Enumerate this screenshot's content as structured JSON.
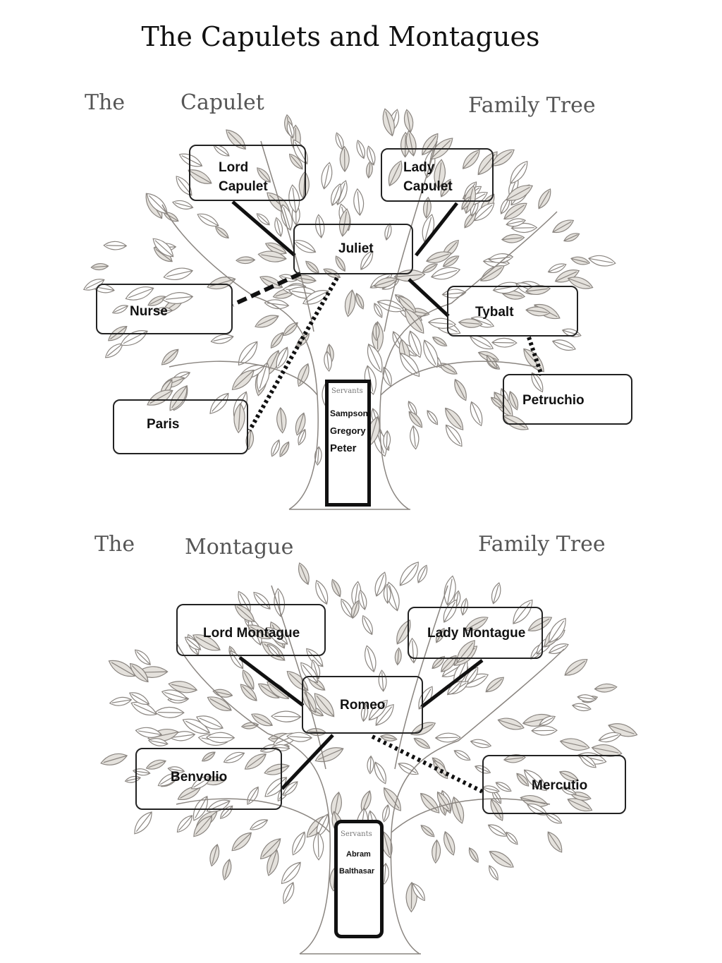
{
  "page_title": "The Capulets and Montagues",
  "capulet": {
    "header": {
      "the": "The",
      "family": "Capulet",
      "tree": "Family Tree"
    },
    "members": {
      "lord": "Lord\nCapulet",
      "lady": "Lady\nCapulet",
      "center": "Juliet",
      "nurse": "Nurse",
      "tybalt": "Tybalt",
      "paris": "Paris",
      "petruchio": "Petruchio"
    },
    "servants": {
      "label": "Servants",
      "names": [
        "Sampson",
        "Gregory",
        "Peter"
      ]
    }
  },
  "montague": {
    "header": {
      "the": "The",
      "family": "Montague",
      "tree": "Family Tree"
    },
    "members": {
      "lord": "Lord Montague",
      "lady": "Lady Montague",
      "center": "Romeo",
      "benvolio": "Benvolio",
      "mercutio": "Mercutio"
    },
    "servants": {
      "label": "Servants",
      "names": [
        "Abram",
        "Balthasar"
      ]
    }
  },
  "colors": {
    "leaf_fill": "#e4e1dc",
    "branch": "#8a8580",
    "ink": "#111111"
  }
}
